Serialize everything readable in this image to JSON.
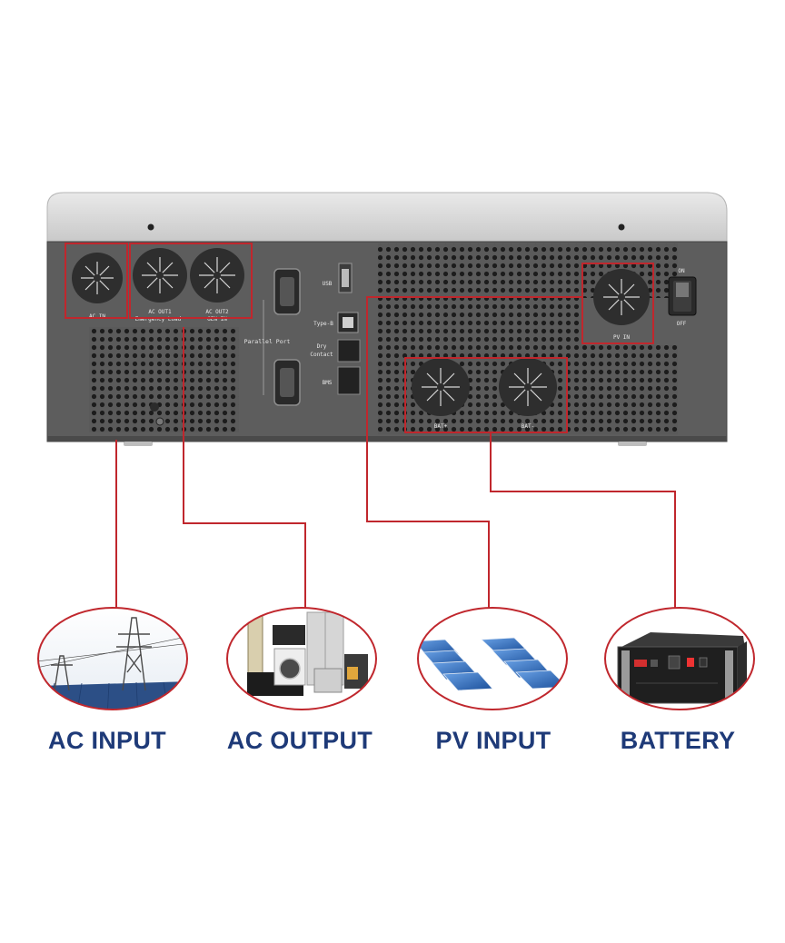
{
  "inverter": {
    "ports": {
      "ac_in": "AC IN",
      "ac_out1": "AC OUT1",
      "emergency_load": "Emergency Load",
      "ac_out2": "AC OUT2",
      "gen_in": "GEN IN",
      "parallel_port": "Parallel Port",
      "usb": "USB",
      "type_b": "Type-B",
      "dry": "Dry",
      "contact": "Contact",
      "bms": "BMS",
      "pv_in": "PV IN",
      "bat_plus": "BAT+",
      "bat_minus": "BAT-"
    },
    "switch": {
      "on": "ON",
      "off": "OFF"
    }
  },
  "categories": [
    {
      "id": "ac-input",
      "label": "AC INPUT",
      "icon": "power-tower-icon"
    },
    {
      "id": "ac-output",
      "label": "AC OUTPUT",
      "icon": "home-appliances-icon"
    },
    {
      "id": "pv-input",
      "label": "PV INPUT",
      "icon": "solar-panels-icon"
    },
    {
      "id": "battery",
      "label": "BATTERY",
      "icon": "battery-rack-icon"
    }
  ],
  "colors": {
    "highlight": "#c0272d",
    "panel": "#5b5b5b",
    "label": "#1e3a78"
  }
}
